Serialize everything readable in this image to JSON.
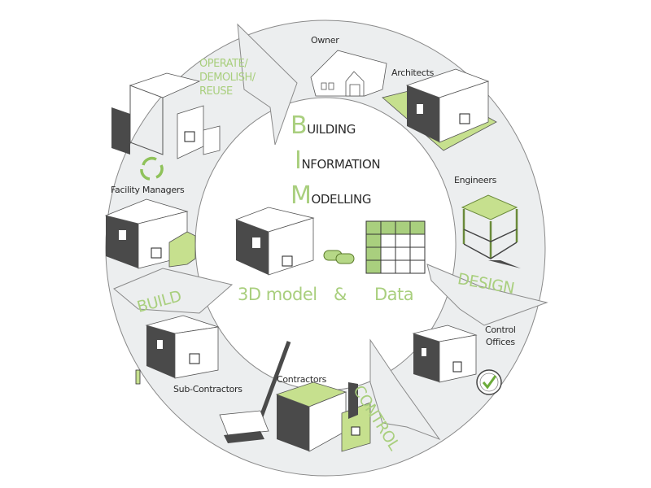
{
  "title": {
    "lines": [
      {
        "initial": "B",
        "rest": "UILDING"
      },
      {
        "initial": "I",
        "rest": "NFORMATION"
      },
      {
        "initial": "M",
        "rest": "ODELLING"
      }
    ]
  },
  "center": {
    "model_label": "3D model",
    "ampersand": "&",
    "data_label": "Data",
    "link_icon": "chain-link-icon",
    "data_grid": {
      "rows": 4,
      "cols": 4,
      "highlighted": "first row and first column"
    }
  },
  "phases": {
    "operate": [
      "OPERATE/",
      "DEMOLISH/",
      "REUSE"
    ],
    "design": "DESIGN",
    "control": "CONTROL",
    "build": "BUILD"
  },
  "stakeholders": {
    "owner": "Owner",
    "architects": "Architects",
    "engineers": "Engineers",
    "control_offices": [
      "Control",
      "Offices"
    ],
    "contractors": "Contractors",
    "sub_contractors": "Sub-Contractors",
    "facility_managers": "Facility Managers"
  },
  "badges": {
    "approved": "APPROVED"
  },
  "colors": {
    "accent_green": "#a9cf7e",
    "ring_fill": "#eceeef",
    "ring_stroke": "#8a8a8a",
    "dark_wall": "#4a4a4a",
    "text_dark": "#2b2b2b"
  }
}
